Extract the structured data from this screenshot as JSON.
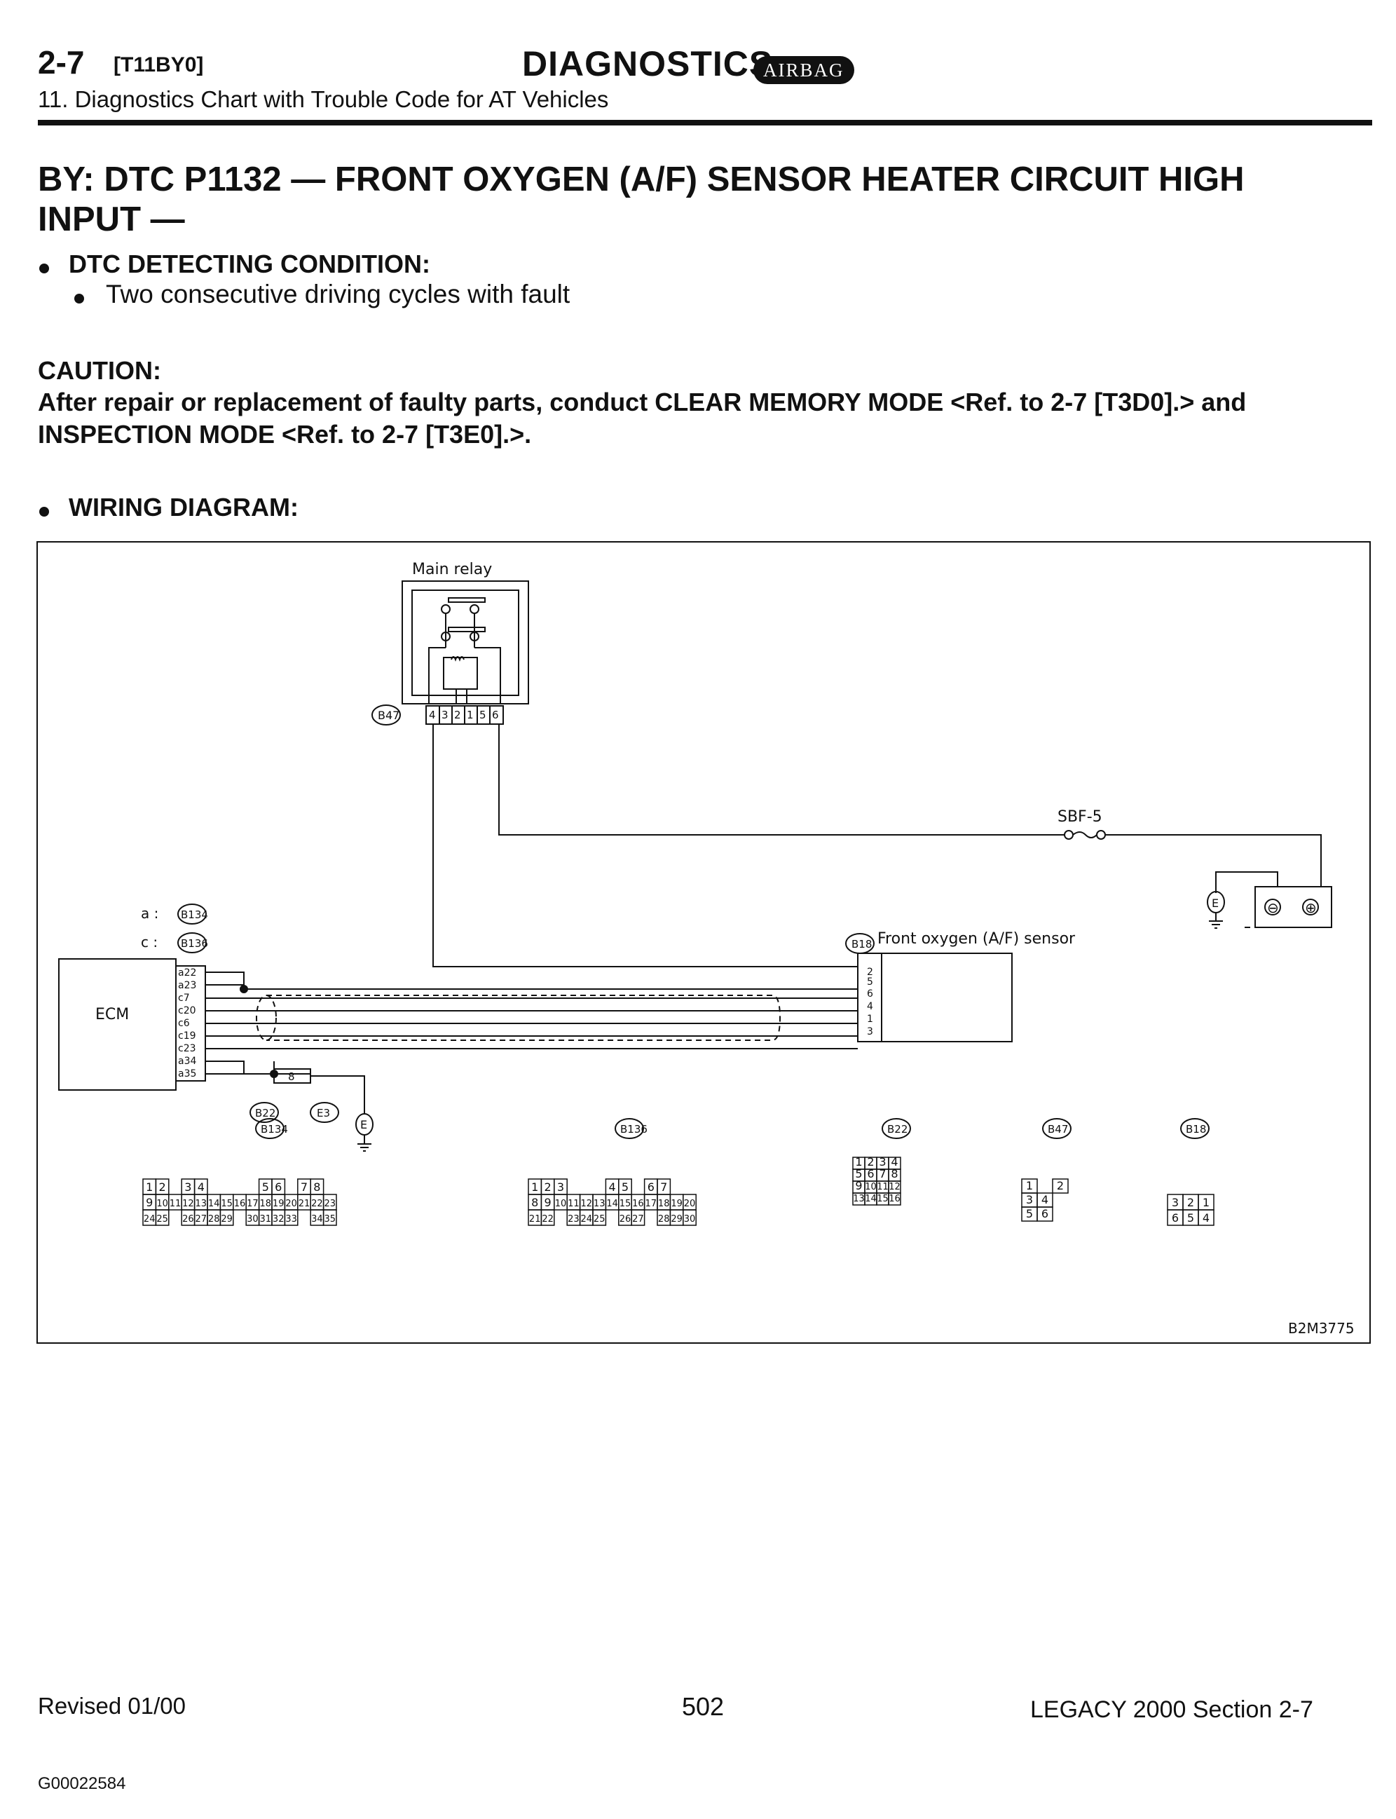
{
  "header": {
    "section": "2-7",
    "code": "[T11BY0]",
    "title": "DIAGNOSTICS",
    "badge": "AIRBAG",
    "subtitle": "11. Diagnostics Chart with Trouble Code for AT Vehicles"
  },
  "dtc": {
    "title": "BY: DTC P1132 — FRONT OXYGEN (A/F) SENSOR HEATER CIRCUIT HIGH INPUT —",
    "detecting_label": "DTC DETECTING CONDITION:",
    "detecting_item": "Two consecutive driving cycles with fault"
  },
  "caution": {
    "label": "CAUTION:",
    "text": "After repair or replacement of faulty parts, conduct CLEAR MEMORY MODE <Ref. to 2-7 [T3D0].> and INSPECTION MODE <Ref. to 2-7 [T3E0].>."
  },
  "wiring": {
    "label": "WIRING DIAGRAM:",
    "main_relay": "Main relay",
    "relay_connector": "B47",
    "relay_pins": [
      "4",
      "3",
      "2",
      "1",
      "5",
      "6"
    ],
    "fuse": "SBF-5",
    "ecm": "ECM",
    "ecm_connector_a": "a : ",
    "ecm_connector_a_id": "B134",
    "ecm_connector_c": "c : ",
    "ecm_connector_c_id": "B136",
    "ecm_pins": [
      "a22",
      "a23",
      "c7",
      "c20",
      "c6",
      "c19",
      "c23",
      "a34",
      "a35"
    ],
    "sensor_connector": "B18",
    "sensor_label": "Front oxygen (A/F) sensor",
    "sensor_pins": [
      "2",
      "5",
      "6",
      "4",
      "1",
      "3"
    ],
    "joint_pin": "8",
    "joint_connector": "B22",
    "ground_connector": "E3",
    "ground_symbol": "E",
    "battery_neg": "⊖",
    "battery_pos": "⊕",
    "connector_views": {
      "b134": {
        "label": "B134",
        "rows": [
          [
            "1",
            "2",
            "",
            "3",
            "4",
            "",
            "",
            "",
            "",
            "5",
            "6",
            "",
            "7",
            "8"
          ],
          [
            "9",
            "10",
            "11",
            "12",
            "13",
            "14",
            "15",
            "16",
            "17",
            "18",
            "19",
            "20",
            "21",
            "22",
            "23"
          ],
          [
            "24",
            "25",
            "",
            "26",
            "27",
            "28",
            "29",
            "",
            "30",
            "31",
            "32",
            "33",
            "",
            "34",
            "35"
          ]
        ]
      },
      "b136": {
        "label": "B136",
        "rows": [
          [
            "1",
            "2",
            "3",
            "",
            "",
            "",
            "4",
            "5",
            "",
            "6",
            "7"
          ],
          [
            "8",
            "9",
            "10",
            "11",
            "12",
            "13",
            "14",
            "15",
            "16",
            "17",
            "18",
            "19",
            "20"
          ],
          [
            "21",
            "22",
            "",
            "23",
            "24",
            "25",
            "",
            "26",
            "27",
            "",
            "28",
            "29",
            "30"
          ]
        ]
      },
      "b22": {
        "label": "B22",
        "rows": [
          [
            "1",
            "2",
            "3",
            "4"
          ],
          [
            "5",
            "6",
            "7",
            "8"
          ],
          [
            "9",
            "10",
            "11",
            "12"
          ],
          [
            "13",
            "14",
            "15",
            "16"
          ]
        ]
      },
      "b47": {
        "label": "B47",
        "rows": [
          [
            "1",
            "",
            "2"
          ],
          [
            "3",
            "4"
          ],
          [
            "5",
            "6"
          ]
        ]
      },
      "b18": {
        "label": "B18",
        "rows": [
          [
            "3",
            "2",
            "1"
          ],
          [
            "6",
            "5",
            "4"
          ]
        ]
      }
    },
    "figure_id": "B2M3775"
  },
  "footer": {
    "revised": "Revised 01/00",
    "page": "502",
    "model": "LEGACY 2000 Section 2-7",
    "doc_id": "G00022584"
  }
}
